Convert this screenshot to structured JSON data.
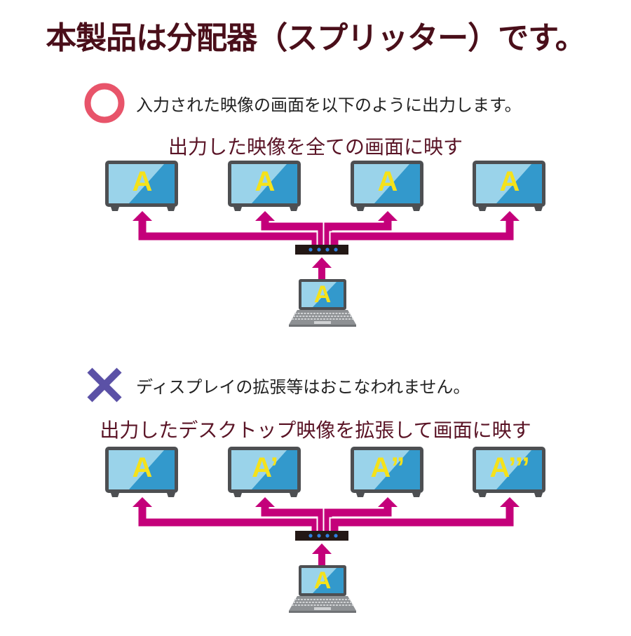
{
  "title": "本製品は分配器（スプリッター）です。",
  "sections": [
    {
      "mark": "circle",
      "mark_color": "#e8546a",
      "note": "入力された映像の画面を以下のように出力します。",
      "subtitle": "出力した映像を全ての画面に映す",
      "monitor_labels": [
        "A",
        "A",
        "A",
        "A"
      ],
      "laptop_label": "A"
    },
    {
      "mark": "cross",
      "mark_color": "#5b51a6",
      "note": "ディスプレイの拡張等はおこなわれません。",
      "subtitle": "出力したデスクトップ映像を拡張して画面に映す",
      "monitor_labels": [
        "A",
        "A’",
        "A”",
        "A’’’"
      ],
      "laptop_label": "A"
    }
  ],
  "colors": {
    "arrow": "#c4007a",
    "screen_light": "#9ad3ea",
    "screen_dark": "#3399cc",
    "frame": "#4d4f52",
    "letter": "#f5e21a",
    "splitter": "#231815",
    "led": "#2f7fe0"
  }
}
